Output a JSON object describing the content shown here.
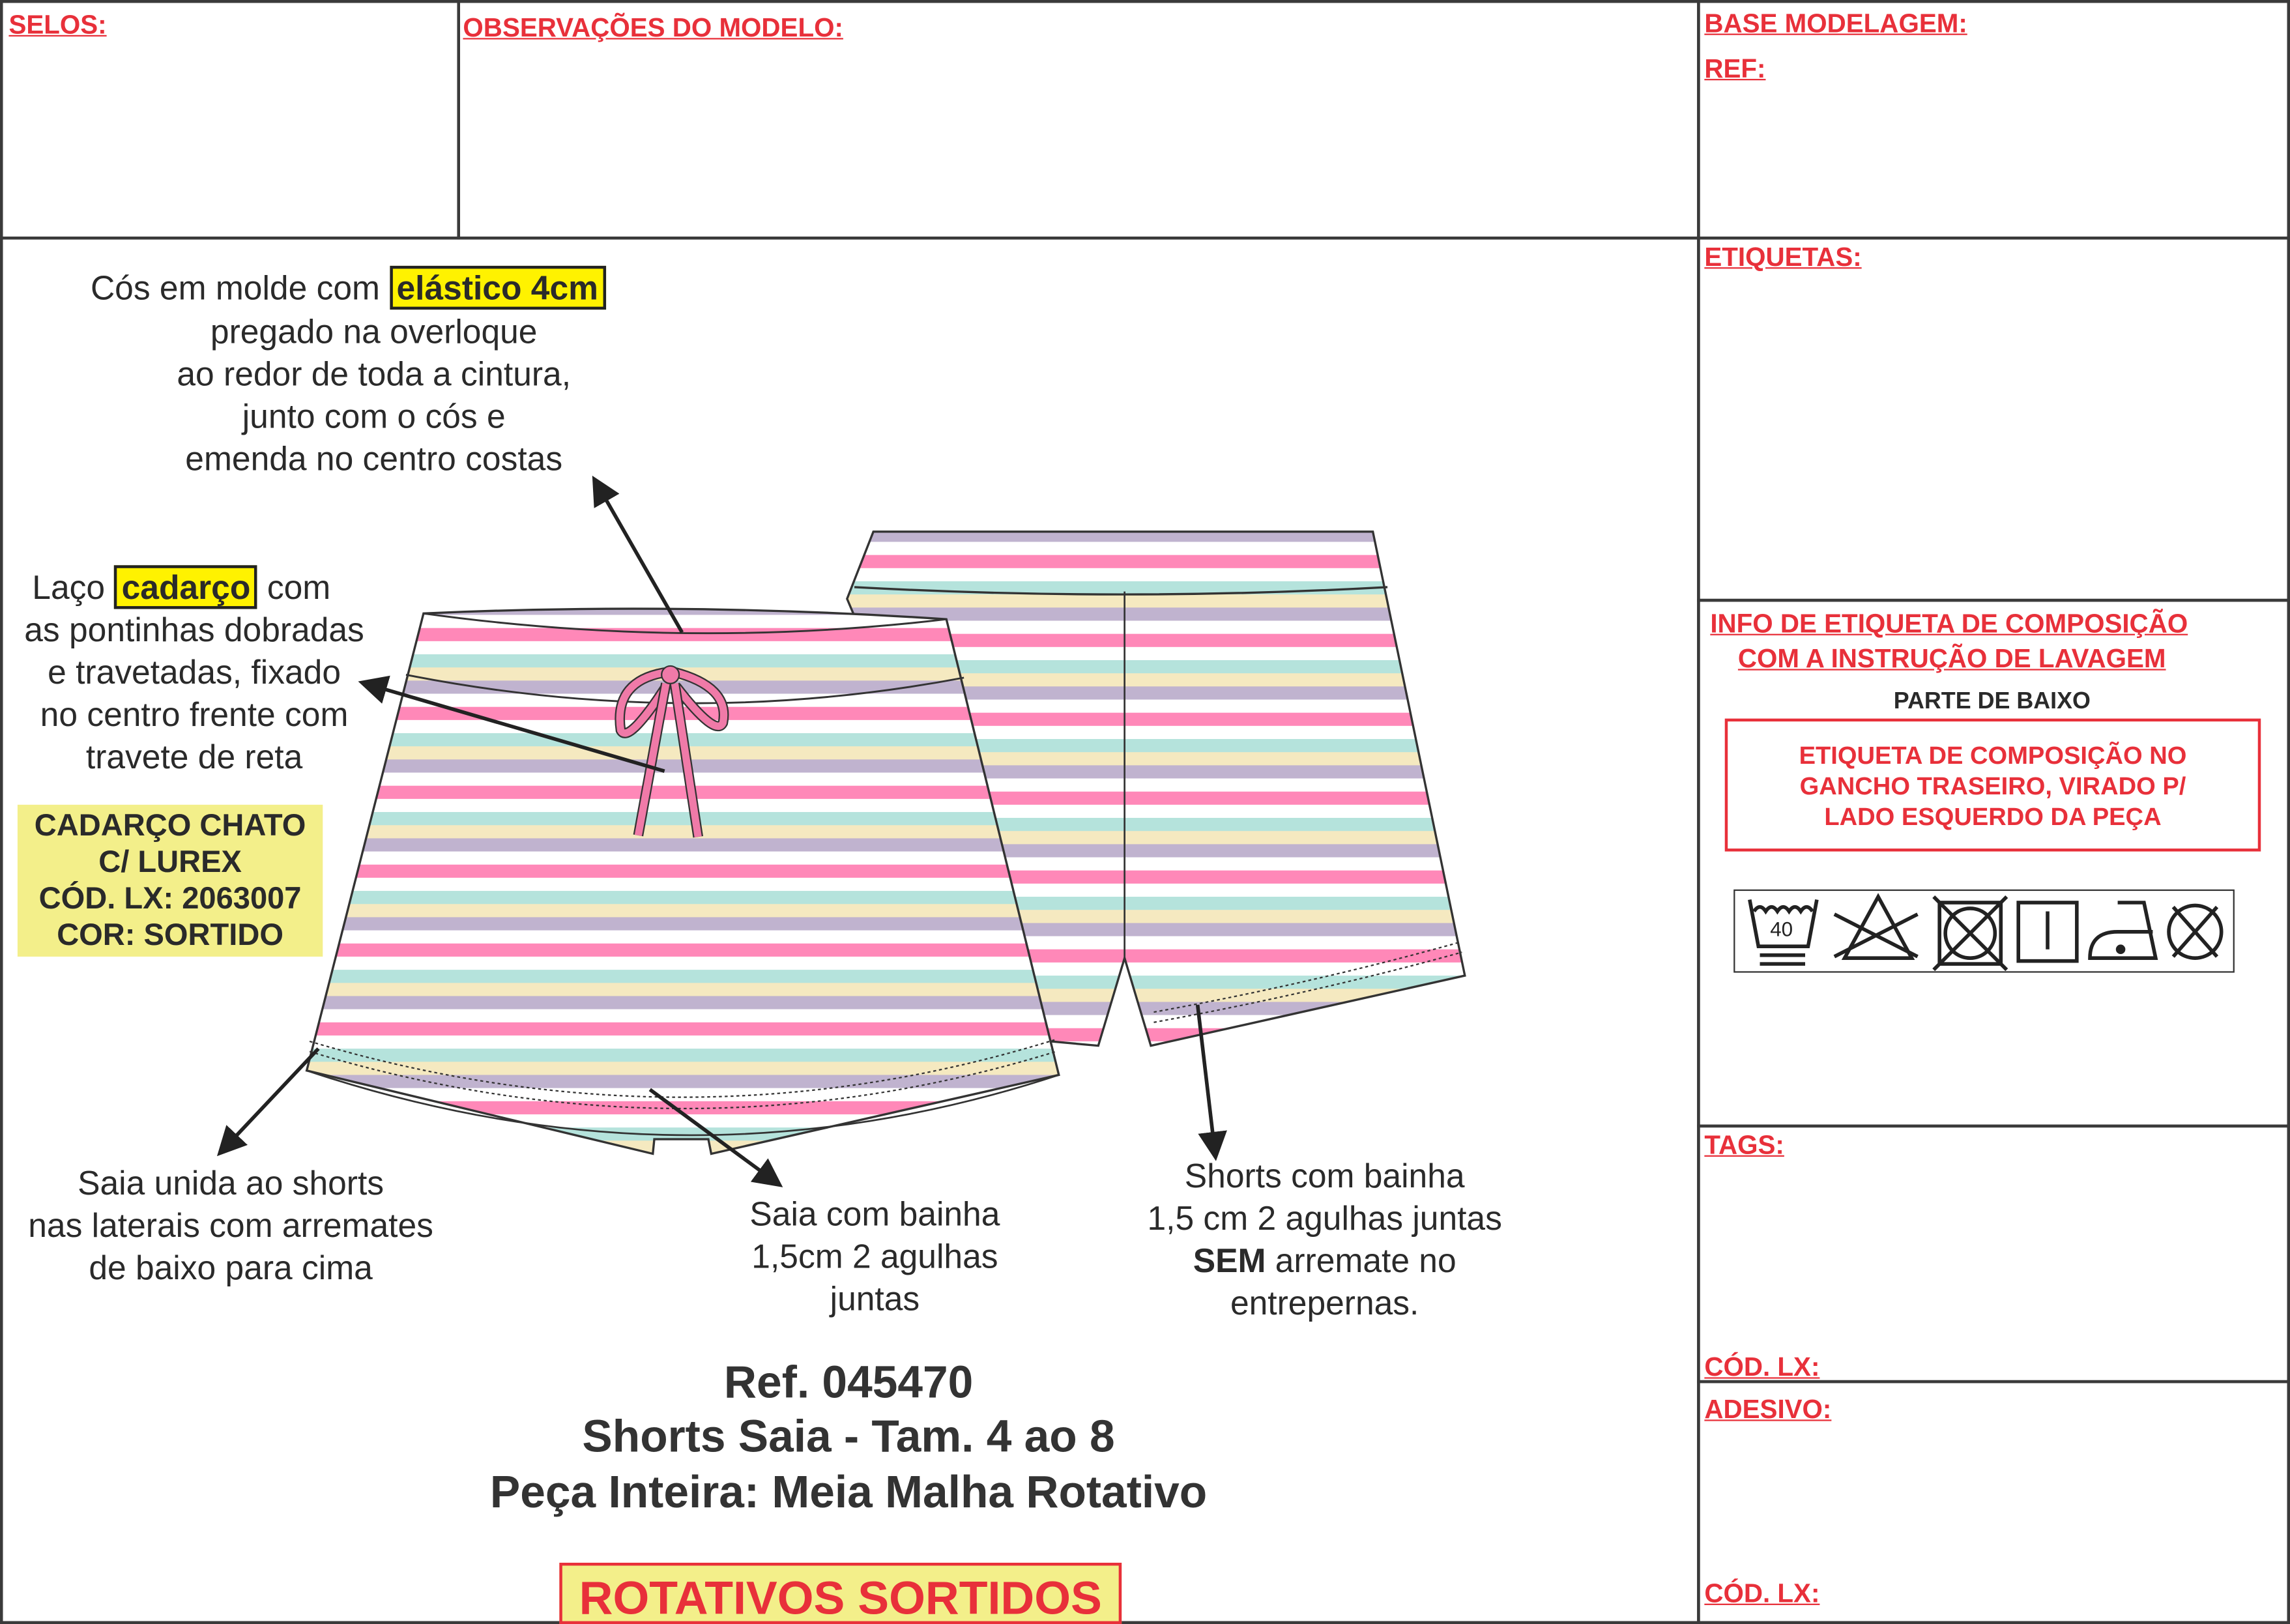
{
  "header": {
    "selos": "SELOS:",
    "observacoes": "OBSERVAÇÕES DO MODELO:",
    "base_modelagem": "BASE MODELAGEM:",
    "ref": "REF:"
  },
  "right": {
    "etiquetas": "ETIQUETAS:",
    "info_line1": "INFO DE ETIQUETA DE COMPOSIÇÃO",
    "info_line2": "COM A INSTRUÇÃO DE LAVAGEM",
    "parte": "PARTE DE BAIXO",
    "etiqueta_box": [
      "ETIQUETA DE COMPOSIÇÃO NO",
      "GANCHO TRASEIRO, VIRADO P/",
      "LADO ESQUERDO DA PEÇA"
    ],
    "wash_temp": "40",
    "care_icons": [
      "wash-40-gentle-icon",
      "no-bleach-icon",
      "no-tumble-dry-icon",
      "line-dry-icon",
      "iron-low-icon",
      "no-dry-clean-icon"
    ],
    "tags": "TAGS:",
    "cod_lx_1": "CÓD. LX:",
    "adesivo": "ADESIVO:",
    "cod_lx_2": "CÓD. LX:"
  },
  "annotations": {
    "cos_pre": "Cós em molde com",
    "cos_hl": "elástico 4cm",
    "cos_lines": [
      "pregado na overloque",
      "ao redor de toda a cintura,",
      "junto com o cós e",
      "emenda no centro costas"
    ],
    "laco_pre": "Laço",
    "laco_hl": "cadarço",
    "laco_post": "com",
    "laco_lines": [
      "as pontinhas dobradas",
      "e travetadas, fixado",
      "no centro frente com",
      "travete de reta"
    ],
    "cadarco_box": [
      "CADARÇO CHATO",
      "C/ LUREX",
      "CÓD. LX: 2063007",
      "COR: SORTIDO"
    ],
    "saia_unida": [
      "Saia unida ao shorts",
      "nas laterais com arremates",
      "de baixo para cima"
    ],
    "saia_bainha": [
      "Saia com bainha",
      "1,5cm 2 agulhas",
      "juntas"
    ],
    "shorts_bainha_1": "Shorts com bainha",
    "shorts_bainha_2": "1,5 cm 2 agulhas juntas",
    "shorts_bainha_sem": "SEM",
    "shorts_bainha_3": " arremate no",
    "shorts_bainha_4": "entrepernas."
  },
  "product": {
    "ref": "Ref. 045470",
    "name": "Shorts Saia - Tam. 4 ao 8",
    "fabric": "Peça Inteira: Meia Malha Rotativo",
    "variant": "ROTATIVOS SORTIDOS"
  },
  "colors": {
    "stripes": [
      "#c0b3cf",
      "#ffffff",
      "#ff88b8",
      "#ffffff",
      "#b5e3dc",
      "#f5e9c0"
    ],
    "tie": "#f07aa8",
    "red": "#e8303a",
    "highlight": "#fff200",
    "note_bg": "#f3ef8a"
  }
}
